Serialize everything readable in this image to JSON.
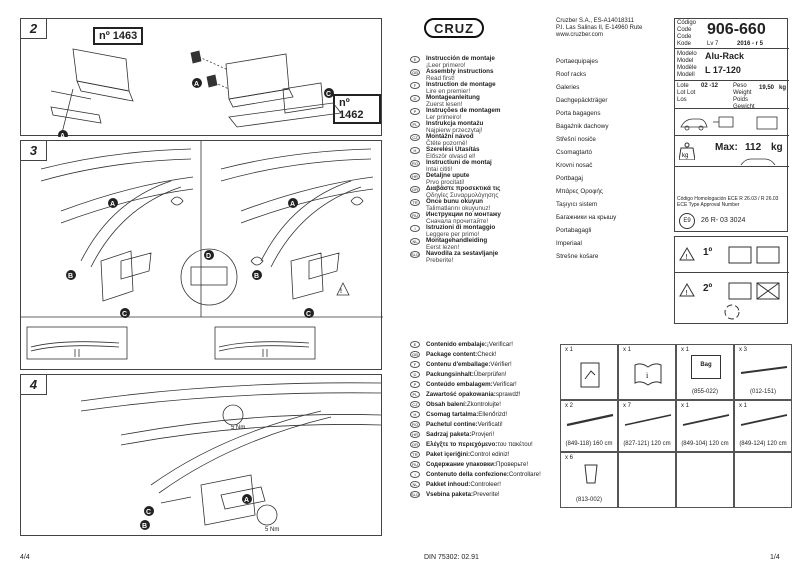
{
  "left_page": {
    "steps": [
      {
        "number": "2",
        "codes": [
          "nº 1463",
          "nº 1462"
        ]
      },
      {
        "number": "3"
      },
      {
        "number": "4",
        "torque": [
          "5 Nm",
          "5 Nm"
        ]
      }
    ],
    "labels": {
      "A": "A",
      "B": "B",
      "C": "C",
      "D": "D"
    },
    "footer_left": "4/4",
    "footer_center": "DIN 75302: 02.91"
  },
  "brand": {
    "logo": "CRUZ",
    "company": "Cruzber S.A., ES-A14018311",
    "address": "P.I. Las Salinas II, E-14960 Rute",
    "web": "www.cruzber.com"
  },
  "spec": {
    "codigo_labels": "Código Code Code Kode",
    "code": "906-660",
    "lv": "Lv 7",
    "date": "2016 - r 5",
    "modelo_labels": "Modelo Model Modèle Modell",
    "model_name": "Alu-Rack",
    "model_size": "L 17-120",
    "lote_labels": "Lote Lot Lot Los",
    "lote_value": "02 -12",
    "peso_labels": "Peso Weight Poids Gewicht",
    "weight": "19,50",
    "weight_unit": "kg",
    "max_label": "Max:",
    "max_value": "112",
    "max_unit": "kg",
    "homologation": "Código Homologación ECE R 26.03 / R 26.03 ECE Type Approval Number",
    "approval_mark": "E9",
    "approval_number": "26 R- 03 3024",
    "steps_box": [
      "1º",
      "2º"
    ]
  },
  "languages": [
    {
      "code": "E",
      "title": "Instrucción de montaje",
      "sub": "¡Leer primero!",
      "right": "Portaequipajes"
    },
    {
      "code": "GB",
      "title": "Assembly instructions",
      "sub": "Read first!",
      "right": "Roof racks"
    },
    {
      "code": "F",
      "title": "Instruction de montage",
      "sub": "Lire en premier!",
      "right": "Galeries"
    },
    {
      "code": "D",
      "title": "Montageanleitung",
      "sub": "Zuerst lesen!",
      "right": "Dachgepäckträger"
    },
    {
      "code": "P",
      "title": "Instruções de montagem",
      "sub": "Ler primeiro!",
      "right": "Porta bagagens"
    },
    {
      "code": "PL",
      "title": "Instrukcja montażu",
      "sub": "Najpierw przeczytaj!",
      "right": "Bagażnik dachowy"
    },
    {
      "code": "CZ",
      "title": "Montážní návod",
      "sub": "Čtěte pozorně!",
      "right": "Střešní nosiče"
    },
    {
      "code": "H",
      "title": "Szerelési Utasítás",
      "sub": "Először olvasd el!",
      "right": "Csomagtartó"
    },
    {
      "code": "RO",
      "title": "Instructiuni de montaj",
      "sub": "Intai cititi!",
      "right": "Krovni nosač"
    },
    {
      "code": "HR",
      "title": "Detaljne upute",
      "sub": "Prvo procitati!",
      "right": "Portbagaj"
    },
    {
      "code": "GR",
      "title": "Διαβάστε προσεκτικά τις",
      "sub": "Οδηγίες Συναρμολόγησης",
      "right": "Μπάρες Οροφής"
    },
    {
      "code": "TR",
      "title": "Önce bunu okuyun",
      "sub": "Talimatlarını okuyunuz!",
      "right": "Taşıyıcı sistem"
    },
    {
      "code": "RU",
      "title": "Инструкции по монтажу",
      "sub": "Сначала прочитайте!",
      "right": "Багажники на крышу"
    },
    {
      "code": "I",
      "title": "Istruzioni di montaggio",
      "sub": "Leggere per primo!",
      "right": "Portabagagli"
    },
    {
      "code": "NL",
      "title": "Montagehandleiding",
      "sub": "Eerst lezen!",
      "right": "Imperiaal"
    },
    {
      "code": "SLO",
      "title": "Navodila za sestavljanje",
      "sub": "Preberite!",
      "right": "Strešne košare"
    }
  ],
  "package": [
    {
      "code": "E",
      "bold": "Contenido embalaje:",
      "rest": " ¡Verificar!"
    },
    {
      "code": "GB",
      "bold": "Package content:",
      "rest": " Check!"
    },
    {
      "code": "F",
      "bold": "Contenu d'emballage:",
      "rest": " Vérifier!"
    },
    {
      "code": "D",
      "bold": "Packungsinhalt:",
      "rest": " Überprüfen!"
    },
    {
      "code": "P",
      "bold": "Conteúdo embalagem:",
      "rest": " Verificar!"
    },
    {
      "code": "PL",
      "bold": "Zawartość opakowania:",
      "rest": " sprawdź!"
    },
    {
      "code": "CZ",
      "bold": "Obsah balení:",
      "rest": " Zkontrolujte!"
    },
    {
      "code": "H",
      "bold": "Csomag tartalma:",
      "rest": " Ellenőrizd!"
    },
    {
      "code": "RO",
      "bold": "Pachetul contine:",
      "rest": " Verificati!"
    },
    {
      "code": "HR",
      "bold": "Sadrzaj paketa:",
      "rest": " Provjeri!"
    },
    {
      "code": "GR",
      "bold": "Ελέγξτε το περιεχόμενο:",
      "rest": " του πακέτου!"
    },
    {
      "code": "TR",
      "bold": "Paket içeriğini:",
      "rest": " Control ediniz!"
    },
    {
      "code": "RU",
      "bold": "Содержание упаковки:",
      "rest": " Проверьте!"
    },
    {
      "code": "I",
      "bold": "Contenuto della confezione:",
      "rest": " Controllare!"
    },
    {
      "code": "NL",
      "bold": "Pakket inhoud:",
      "rest": " Controleer!"
    },
    {
      "code": "SLO",
      "bold": "Vsebina paketa:",
      "rest": " Preverite!"
    }
  ],
  "parts": [
    {
      "count": "x 1",
      "ref": ""
    },
    {
      "count": "x 1",
      "ref": ""
    },
    {
      "count": "x 1",
      "ref": "(855-022)",
      "tag": "Bag"
    },
    {
      "count": "x 3",
      "ref": "(012-151)"
    },
    {
      "count": "x 2",
      "ref": "(849-118) 160 cm"
    },
    {
      "count": "x 7",
      "ref": "(827-121) 120 cm"
    },
    {
      "count": "x 1",
      "ref": "(849-104) 120 cm"
    },
    {
      "count": "x 1",
      "ref": "(849-124) 120 cm"
    },
    {
      "count": "x 6",
      "ref": "(813-002)"
    }
  ],
  "footer_right": "1/4"
}
